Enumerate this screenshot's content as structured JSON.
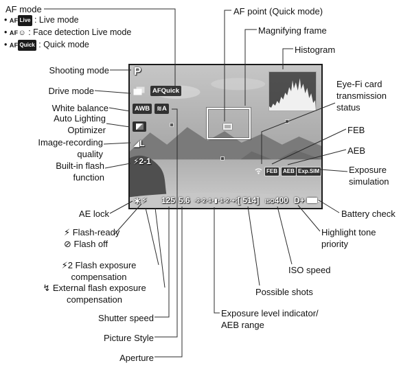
{
  "legend": {
    "bullet": "•",
    "af_mode_title": "AF mode",
    "af_modes": [
      {
        "prefix": "AF",
        "badge": "Live",
        "desc": ": Live mode"
      },
      {
        "prefix": "AF",
        "badge": "☺",
        "desc": ": Face detection Live mode"
      },
      {
        "prefix": "AF",
        "badge": "Quick",
        "desc": ": Quick mode"
      }
    ],
    "left": {
      "shooting_mode": "Shooting mode",
      "drive_mode": "Drive mode",
      "white_balance": "White balance",
      "auto_lighting_1": "Auto Lighting",
      "auto_lighting_2": "Optimizer",
      "image_quality_1": "Image-recording",
      "image_quality_2": "quality",
      "builtin_flash_1": "Built-in flash",
      "builtin_flash_2": "function",
      "ae_lock": "AE lock",
      "flash_ready": "⚡ Flash-ready",
      "flash_off": "⊘ Flash off",
      "fec_1": "⚡2 Flash exposure",
      "fec_2": "compensation",
      "ext_fec_1": "↯ External flash exposure",
      "ext_fec_2": "compensation",
      "shutter_speed": "Shutter speed",
      "picture_style": "Picture Style",
      "aperture": "Aperture"
    },
    "right": {
      "af_point": "AF point (Quick mode)",
      "magnifying_frame": "Magnifying frame",
      "histogram": "Histogram",
      "eyefi_1": "Eye-Fi card",
      "eyefi_2": "transmission",
      "eyefi_3": "status",
      "feb": "FEB",
      "aeb": "AEB",
      "exp_sim_1": "Exposure",
      "exp_sim_2": "simulation",
      "battery_check": "Battery check",
      "highlight_tone_1": "Highlight tone",
      "highlight_tone_2": "priority",
      "iso_speed": "ISO speed",
      "possible_shots": "Possible shots",
      "exp_level_1": "Exposure level indicator/",
      "exp_level_2": "AEB range"
    }
  },
  "screen": {
    "shooting_mode": "P",
    "af_mode_badge": "AFQuick",
    "white_balance": "AWB",
    "picture_style": "≋A",
    "image_quality": "◢L",
    "flash_fec": "⚡2-1",
    "ae_lock": "∗",
    "flash_ready": "⚡",
    "shutter_speed": "125",
    "aperture": "5.6",
    "exposure_scale": "-3·2·1·▮·1·2·+3",
    "possible_shots": "[ 514]",
    "iso_label": "ISO",
    "iso_value": "400",
    "highlight_tone": "D+",
    "feb": "FEB",
    "aeb": "AEB",
    "exp_sim": "Exp.SIM"
  }
}
